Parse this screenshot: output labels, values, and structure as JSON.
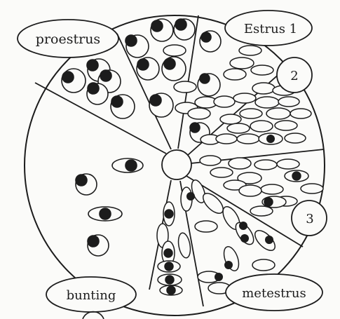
{
  "labels": {
    "proestrus": "proestrus",
    "estrus": "Estrus 1",
    "stage2": "2",
    "stage3": "3",
    "bunting": "bunting",
    "metestrus": "metestrus"
  },
  "colors": {
    "ink": "#1c1c1c",
    "paper": "#fbfbf9"
  }
}
